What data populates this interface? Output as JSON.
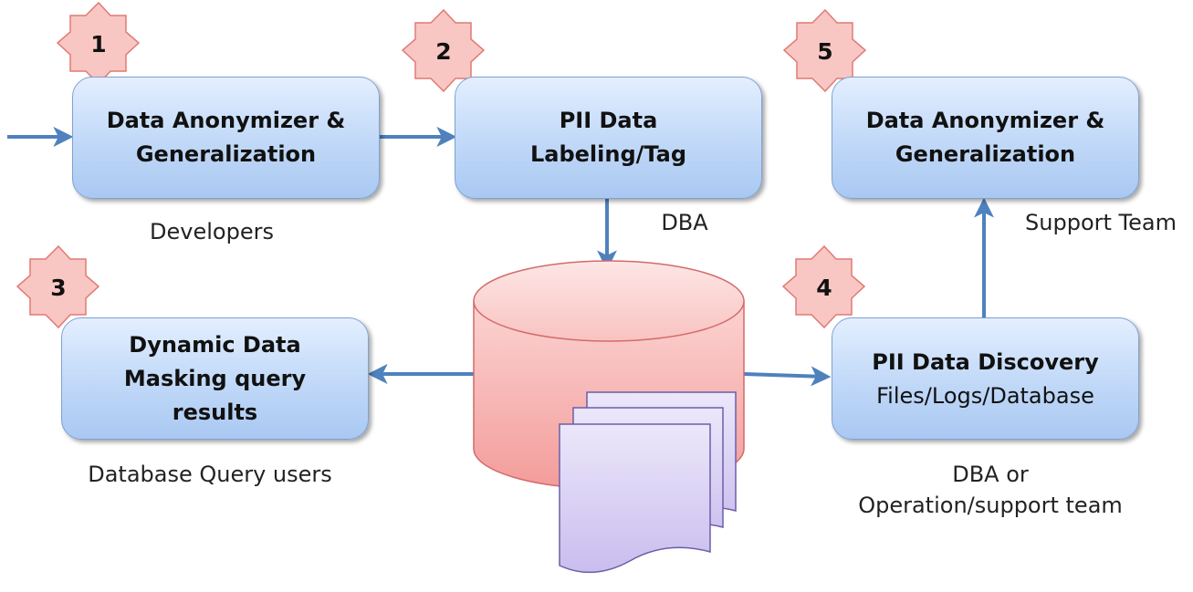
{
  "boxes": {
    "anonymizer_left": {
      "title": "Data Anonymizer &\nGeneralization"
    },
    "pii_labeling": {
      "title": "PII Data\nLabeling/Tag"
    },
    "anonymizer_right": {
      "title": "Data Anonymizer &\nGeneralization"
    },
    "dynamic_masking": {
      "title": "Dynamic Data\nMasking query\nresults"
    },
    "pii_discovery": {
      "title": "PII Data Discovery",
      "subtitle": "Files/Logs/Database"
    }
  },
  "roles": {
    "developers": "Developers",
    "dba": "DBA",
    "support_team": "Support Team",
    "query_users": "Database Query users",
    "dba_ops": "DBA or\nOperation/support team"
  },
  "badges": [
    "1",
    "2",
    "3",
    "4",
    "5"
  ],
  "colors": {
    "arrow": "#4f81bd",
    "box_border": "#7ea2d2",
    "badge_fill": "#f9c7c3",
    "badge_stroke": "#e07a74",
    "cylinder_fill": "#f8b7b5",
    "cylinder_stroke": "#d46a6a",
    "document_fill": "#e2dbf5",
    "document_stroke": "#6b5fa8"
  },
  "icons": {
    "badge_shape": "eight-point-star-icon",
    "database": "database-cylinder-icon",
    "documents": "stacked-documents-icon"
  }
}
